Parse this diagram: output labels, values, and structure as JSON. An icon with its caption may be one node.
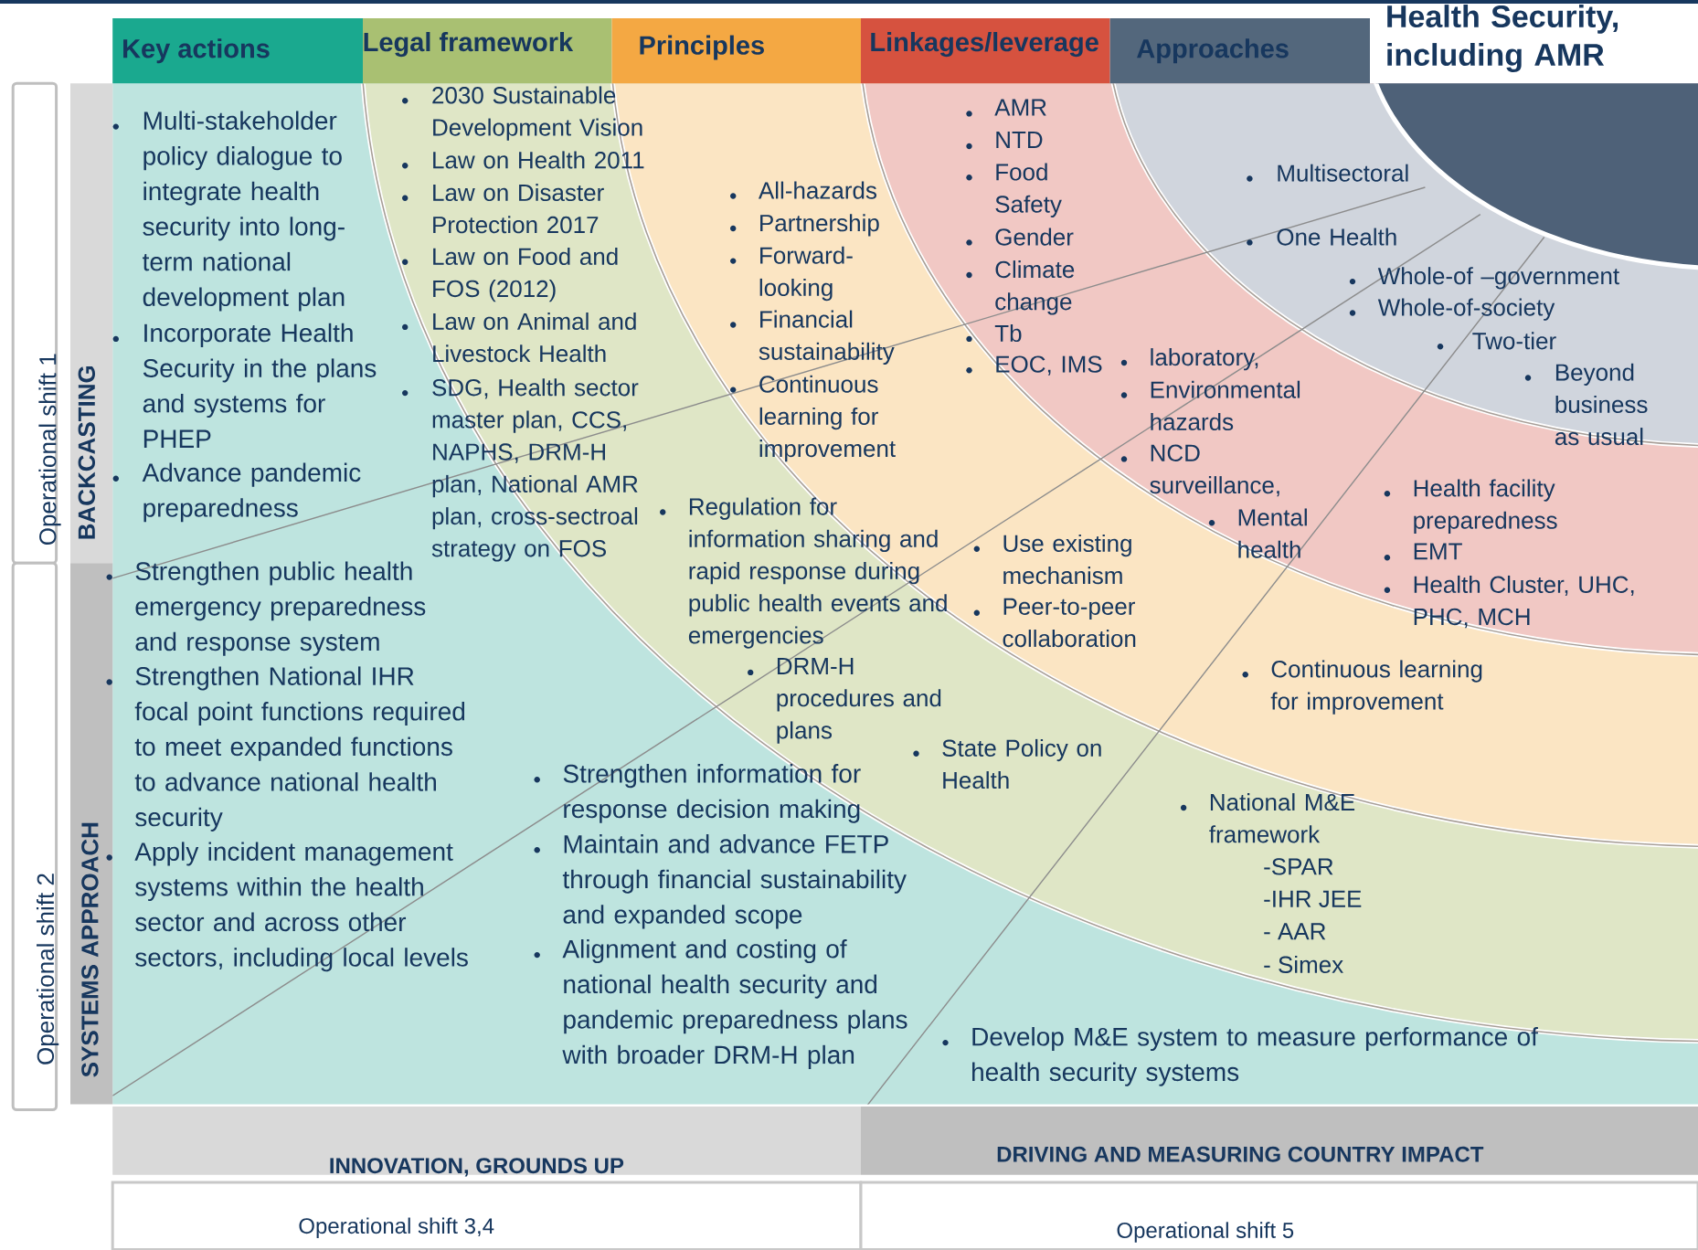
{
  "diagram": {
    "nodes": [
      {
        "text": [
          "Key actions"
        ]
      },
      {
        "text": [
          "Legal framework"
        ]
      },
      {
        "text": [
          "Principles"
        ]
      },
      {
        "text": [
          "Linkages/leverage"
        ]
      },
      {
        "text": [
          "Approaches"
        ]
      },
      {
        "text": [
          "Health Security, including AMR"
        ]
      },
      {
        "text": [
          "Operational shift 1"
        ]
      },
      {
        "text": [
          "BACKCASTING"
        ]
      },
      {
        "text": [
          "Operational shift 2"
        ]
      },
      {
        "text": [
          "SYSTEMS APPROACH"
        ]
      },
      {
        "text": [
          "INNOVATION, GROUNDS UP"
        ]
      },
      {
        "text": [
          "DRIVING AND MEASURING COUNTRY IMPACT"
        ]
      },
      {
        "text": [
          "Operational shift 3,4"
        ]
      },
      {
        "text": [
          "Operational shift 5"
        ]
      }
    ],
    "labels": [
      "Multi-stakeholder policy dialogue to integrate health security into long-term national development plan",
      "Incorporate Health Security in the plans and systems for PHEP",
      "Advance pandemic preparedness",
      "Strengthen public health emergency preparedness and response system",
      "Strengthen National IHR focal point functions required to meet expanded functions to advance national health security",
      "Apply incident management systems within the health sector and across other sectors, including local levels",
      "Strengthen information for response decision making",
      "Maintain and advance FETP through financial sustainability and expanded scope",
      "Alignment and costing of national health security and pandemic preparedness plans with broader DRM-H plan",
      "Develop M&E system to measure performance of health security systems",
      "2030 Sustainable Development Vision",
      "Law on Health 2011",
      "Law on Disaster Protection 2017",
      "Law on Food and FOS (2012)",
      "Law on Animal and Livestock Health",
      "SDG, Health sector master plan, CCS, NAPHS, DRM-H plan, National AMR plan, cross-sectroal strategy on FOS",
      "Regulation for information sharing and rapid response during public health events and emergencies",
      "DRM-H procedures and plans",
      "State Policy on Health",
      "National M&E framework",
      "-SPAR",
      "-IHR JEE",
      "- AAR",
      "- Simex",
      "All-hazards",
      "Partnership",
      "Forward-looking",
      "Financial sustainability",
      "Continuous learning for improvement",
      "Use existing mechanism",
      "Peer-to-peer collaboration",
      "Continuous learning for improvement",
      "AMR",
      "NTD",
      "Food Safety",
      "Gender",
      "Climate change",
      "Tb",
      "EOC, IMS",
      "laboratory,",
      "Environmental hazards",
      "NCD surveillance,",
      "Mental health",
      "Health facility preparedness",
      "EMT",
      "Health Cluster, UHC, PHC, MCH",
      "Multisectoral",
      "One Health",
      "Whole-of –government",
      "Whole-of-society",
      "Two-tier",
      "Beyond business as usual"
    ]
  }
}
